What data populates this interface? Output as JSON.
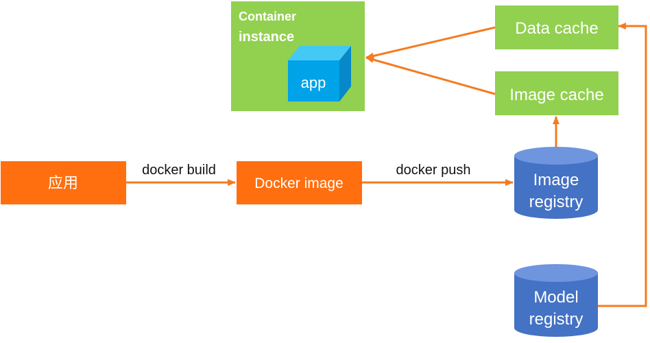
{
  "nodes": {
    "app_source": {
      "label": "应用"
    },
    "docker_image": {
      "label": "Docker image"
    },
    "image_registry": {
      "line1": "Image",
      "line2": "registry"
    },
    "model_registry": {
      "line1": "Model",
      "line2": "registry"
    },
    "container_instance": {
      "line1": "Container",
      "line2": "instance",
      "app_label": "app"
    },
    "data_cache": {
      "label": "Data cache"
    },
    "image_cache": {
      "label": "Image cache"
    }
  },
  "edges": {
    "docker_build": {
      "label": "docker build"
    },
    "docker_push": {
      "label": "docker push"
    }
  },
  "colors": {
    "orange": "#FF6F0F",
    "arrow_orange": "#F47B20",
    "green": "#92D050",
    "blue": "#4472C4",
    "blue_light": "#6E95DE",
    "cube_front": "#00A2E8",
    "cube_top": "#44C8F5",
    "cube_side": "#0788C8"
  }
}
